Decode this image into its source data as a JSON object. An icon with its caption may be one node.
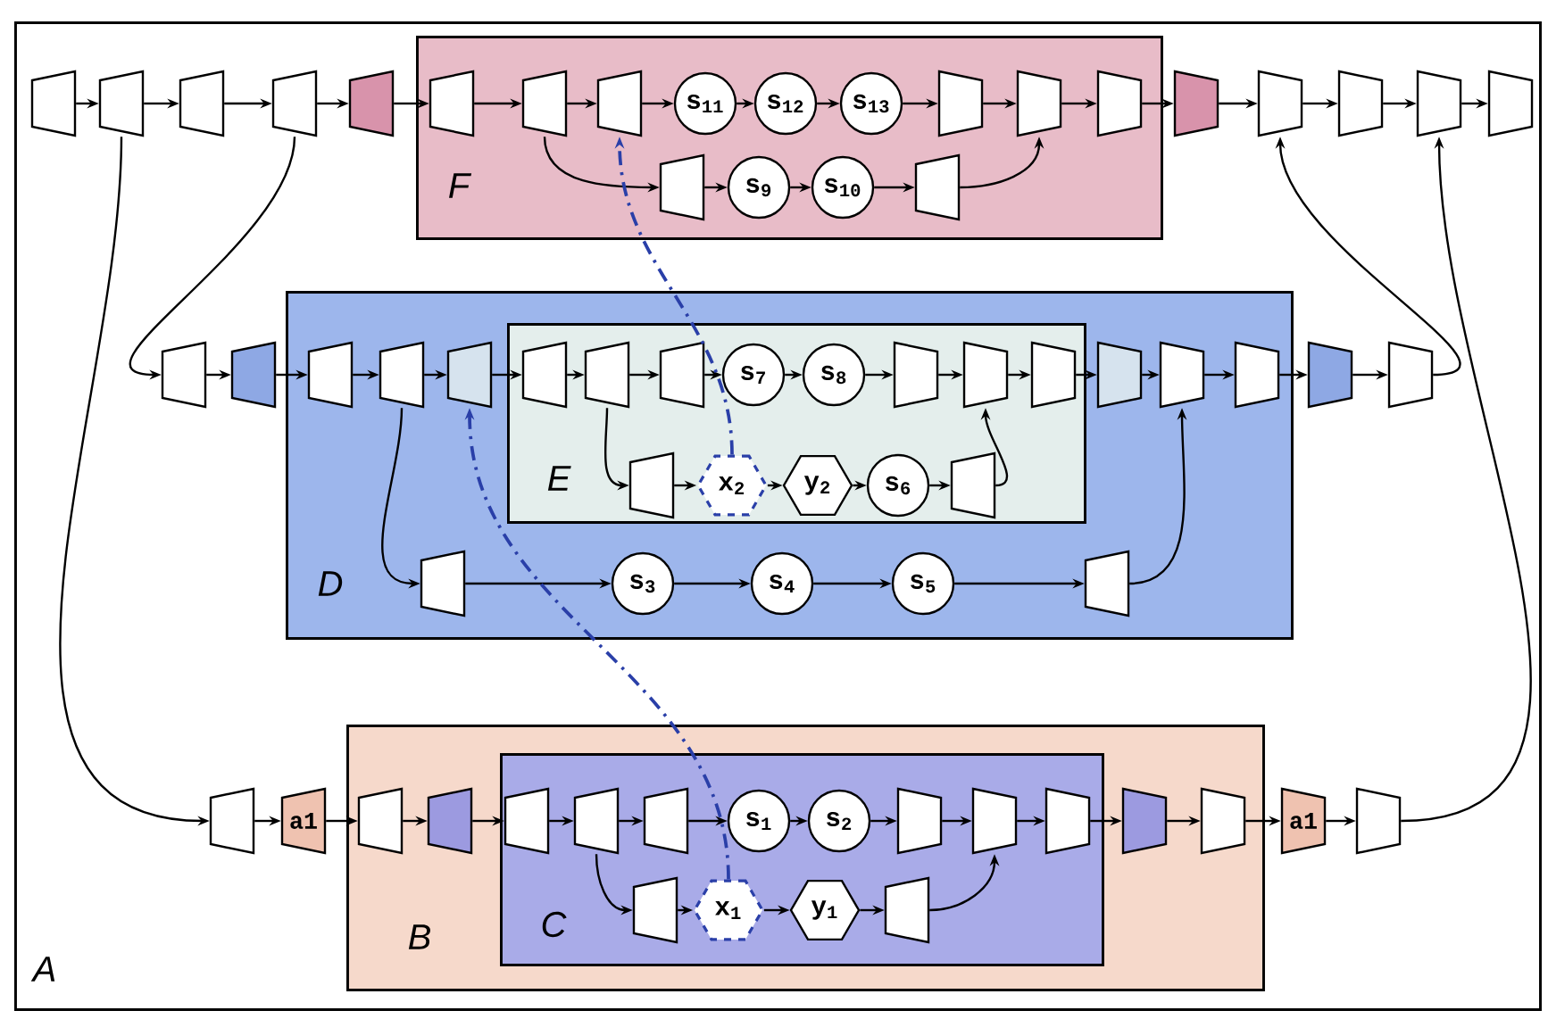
{
  "diagram": {
    "nodes": [
      {
        "text": [
          "A"
        ]
      },
      {
        "text": [],
        "shape": "trapezoid",
        "in": 0
      },
      {
        "text": [],
        "shape": "trapezoid",
        "in": 0
      },
      {
        "text": [],
        "shape": "trapezoid",
        "in": 0
      },
      {
        "text": [],
        "shape": "trapezoid",
        "in": 0
      },
      {
        "text": [],
        "shape": "trapezoid",
        "in": 0
      },
      {
        "text": [
          "F"
        ],
        "in": 0
      },
      {
        "text": [],
        "shape": "trapezoid",
        "in": 6
      },
      {
        "text": [],
        "shape": "trapezoid",
        "in": 6
      },
      {
        "text": [],
        "shape": "trapezoid",
        "in": 6
      },
      {
        "text": [
          "s$_{11}$"
        ],
        "in": 6
      },
      {
        "text": [
          "s$_{12}$"
        ],
        "in": 6
      },
      {
        "text": [
          "s$_{13}$"
        ],
        "in": 6
      },
      {
        "text": [],
        "shape": "trapezoid",
        "in": 6
      },
      {
        "text": [],
        "shape": "trapezoid",
        "in": 6
      },
      {
        "text": [],
        "shape": "trapezoid",
        "in": 6
      },
      {
        "text": [],
        "shape": "trapezoid",
        "in": 6
      },
      {
        "text": [
          "s$_{9}$"
        ],
        "in": 6
      },
      {
        "text": [
          "s$_{10}$"
        ],
        "in": 6
      },
      {
        "text": [],
        "shape": "trapezoid",
        "in": 6
      },
      {
        "text": [],
        "shape": "trapezoid",
        "in": 0
      },
      {
        "text": [],
        "shape": "trapezoid",
        "in": 0
      },
      {
        "text": [],
        "shape": "trapezoid",
        "in": 0
      },
      {
        "text": [],
        "shape": "trapezoid",
        "in": 0
      },
      {
        "text": [],
        "shape": "trapezoid",
        "in": 0
      },
      {
        "text": [],
        "shape": "trapezoid",
        "in": 0
      },
      {
        "text": [],
        "shape": "trapezoid",
        "in": 0
      },
      {
        "text": [
          "D"
        ],
        "in": 0
      },
      {
        "text": [],
        "shape": "trapezoid",
        "in": 27
      },
      {
        "text": [],
        "shape": "trapezoid",
        "in": 27
      },
      {
        "text": [],
        "shape": "trapezoid",
        "in": 27
      },
      {
        "text": [
          "E"
        ],
        "in": 27
      },
      {
        "text": [],
        "shape": "trapezoid",
        "in": 31
      },
      {
        "text": [],
        "shape": "trapezoid",
        "in": 31
      },
      {
        "text": [],
        "shape": "trapezoid",
        "in": 31
      },
      {
        "text": [
          "s$_{7}$"
        ],
        "in": 31
      },
      {
        "text": [
          "s$_{8}$"
        ],
        "in": 31
      },
      {
        "text": [],
        "shape": "trapezoid",
        "in": 31
      },
      {
        "text": [],
        "shape": "trapezoid",
        "in": 31
      },
      {
        "text": [],
        "shape": "trapezoid",
        "in": 31
      },
      {
        "text": [],
        "shape": "trapezoid",
        "in": 31
      },
      {
        "text": [
          "x$_{2}$"
        ],
        "in": 31
      },
      {
        "text": [
          "y$_{2}$"
        ],
        "in": 31
      },
      {
        "text": [
          "s$_{6}$"
        ],
        "in": 31
      },
      {
        "text": [],
        "shape": "trapezoid",
        "in": 31
      },
      {
        "text": [],
        "shape": "trapezoid",
        "in": 27
      },
      {
        "text": [],
        "shape": "trapezoid",
        "in": 27
      },
      {
        "text": [],
        "shape": "trapezoid",
        "in": 27
      },
      {
        "text": [],
        "shape": "trapezoid",
        "in": 0
      },
      {
        "text": [],
        "shape": "trapezoid",
        "in": 0
      },
      {
        "text": [],
        "shape": "trapezoid",
        "in": 27
      },
      {
        "text": [
          "s$_{3}$"
        ],
        "in": 27
      },
      {
        "text": [
          "s$_{4}$"
        ],
        "in": 27
      },
      {
        "text": [
          "s$_{5}$"
        ],
        "in": 27
      },
      {
        "text": [],
        "shape": "trapezoid",
        "in": 27
      },
      {
        "text": [],
        "shape": "trapezoid",
        "in": 0
      },
      {
        "text": [
          "a1"
        ],
        "in": 0
      },
      {
        "text": [
          "B"
        ],
        "in": 0
      },
      {
        "text": [],
        "shape": "trapezoid",
        "in": 57
      },
      {
        "text": [],
        "shape": "trapezoid",
        "in": 57
      },
      {
        "text": [
          "C"
        ],
        "in": 57
      },
      {
        "text": [],
        "shape": "trapezoid",
        "in": 60
      },
      {
        "text": [],
        "shape": "trapezoid",
        "in": 60
      },
      {
        "text": [],
        "shape": "trapezoid",
        "in": 60
      },
      {
        "text": [
          "s$_{1}$"
        ],
        "in": 60
      },
      {
        "text": [
          "s$_{2}$"
        ],
        "in": 60
      },
      {
        "text": [],
        "shape": "trapezoid",
        "in": 60
      },
      {
        "text": [],
        "shape": "trapezoid",
        "in": 60
      },
      {
        "text": [],
        "shape": "trapezoid",
        "in": 60
      },
      {
        "text": [],
        "shape": "trapezoid",
        "in": 60
      },
      {
        "text": [
          "x$_{1}$"
        ],
        "in": 60
      },
      {
        "text": [
          "y$_{1}$"
        ],
        "in": 60
      },
      {
        "text": [],
        "shape": "trapezoid",
        "in": 60
      },
      {
        "text": [],
        "shape": "trapezoid",
        "in": 57
      },
      {
        "text": [],
        "shape": "trapezoid",
        "in": 57
      },
      {
        "text": [
          "a1"
        ],
        "in": 0
      },
      {
        "text": [],
        "shape": "trapezoid",
        "in": 0
      }
    ],
    "edges": [
      {
        "from": 1,
        "to": 2,
        "arrow": "to"
      },
      {
        "from": 2,
        "to": 3,
        "arrow": "to"
      },
      {
        "from": 3,
        "to": 4,
        "arrow": "to"
      },
      {
        "from": 4,
        "to": 5,
        "arrow": "to"
      },
      {
        "from": 5,
        "to": 7,
        "arrow": "to"
      },
      {
        "from": 7,
        "to": 8,
        "arrow": "to"
      },
      {
        "from": 8,
        "to": 9,
        "arrow": "to"
      },
      {
        "from": 9,
        "to": 10,
        "arrow": "to"
      },
      {
        "from": 10,
        "to": 11,
        "arrow": "to"
      },
      {
        "from": 11,
        "to": 12,
        "arrow": "to"
      },
      {
        "from": 12,
        "to": 13,
        "arrow": "to"
      },
      {
        "from": 13,
        "to": 14,
        "arrow": "to"
      },
      {
        "from": 14,
        "to": 15,
        "arrow": "to"
      },
      {
        "from": 15,
        "to": 20,
        "arrow": "to"
      },
      {
        "from": 20,
        "to": 21,
        "arrow": "to"
      },
      {
        "from": 21,
        "to": 22,
        "arrow": "to"
      },
      {
        "from": 22,
        "to": 23,
        "arrow": "to"
      },
      {
        "from": 23,
        "to": 24,
        "arrow": "to"
      },
      {
        "from": 8,
        "to": 16,
        "arrow": "to"
      },
      {
        "from": 16,
        "to": 17,
        "arrow": "to"
      },
      {
        "from": 17,
        "to": 18,
        "arrow": "to"
      },
      {
        "from": 18,
        "to": 19,
        "arrow": "to"
      },
      {
        "from": 19,
        "to": 14,
        "arrow": "to"
      },
      {
        "from": 2,
        "to": 55,
        "arrow": "to"
      },
      {
        "from": 4,
        "to": 25,
        "arrow": "to"
      },
      {
        "from": 49,
        "to": 21,
        "arrow": "to"
      },
      {
        "from": 76,
        "to": 23,
        "arrow": "to"
      },
      {
        "from": 25,
        "to": 26,
        "arrow": "to"
      },
      {
        "from": 26,
        "to": 28,
        "arrow": "to"
      },
      {
        "from": 28,
        "to": 29,
        "arrow": "to"
      },
      {
        "from": 29,
        "to": 30,
        "arrow": "to"
      },
      {
        "from": 30,
        "to": 32,
        "arrow": "to"
      },
      {
        "from": 32,
        "to": 33,
        "arrow": "to"
      },
      {
        "from": 33,
        "to": 34,
        "arrow": "to"
      },
      {
        "from": 34,
        "to": 35,
        "arrow": "to"
      },
      {
        "from": 35,
        "to": 36,
        "arrow": "to"
      },
      {
        "from": 36,
        "to": 37,
        "arrow": "to"
      },
      {
        "from": 37,
        "to": 38,
        "arrow": "to"
      },
      {
        "from": 38,
        "to": 39,
        "arrow": "to"
      },
      {
        "from": 39,
        "to": 45,
        "arrow": "to"
      },
      {
        "from": 45,
        "to": 46,
        "arrow": "to"
      },
      {
        "from": 46,
        "to": 47,
        "arrow": "to"
      },
      {
        "from": 47,
        "to": 48,
        "arrow": "to"
      },
      {
        "from": 48,
        "to": 49,
        "arrow": "to"
      },
      {
        "from": 33,
        "to": 40,
        "arrow": "to"
      },
      {
        "from": 40,
        "to": 41,
        "arrow": "to"
      },
      {
        "from": 41,
        "to": 42,
        "arrow": "to"
      },
      {
        "from": 42,
        "to": 43,
        "arrow": "to"
      },
      {
        "from": 43,
        "to": 44,
        "arrow": "to"
      },
      {
        "from": 44,
        "to": 38,
        "arrow": "to"
      },
      {
        "from": 29,
        "to": 50,
        "arrow": "to"
      },
      {
        "from": 50,
        "to": 51,
        "arrow": "to"
      },
      {
        "from": 51,
        "to": 52,
        "arrow": "to"
      },
      {
        "from": 52,
        "to": 53,
        "arrow": "to"
      },
      {
        "from": 53,
        "to": 54,
        "arrow": "to"
      },
      {
        "from": 54,
        "to": 46,
        "arrow": "to"
      },
      {
        "from": 55,
        "to": 56,
        "arrow": "to"
      },
      {
        "from": 56,
        "to": 58,
        "arrow": "to"
      },
      {
        "from": 58,
        "to": 59,
        "arrow": "to"
      },
      {
        "from": 59,
        "to": 61,
        "arrow": "to"
      },
      {
        "from": 61,
        "to": 62,
        "arrow": "to"
      },
      {
        "from": 62,
        "to": 63,
        "arrow": "to"
      },
      {
        "from": 63,
        "to": 64,
        "arrow": "to"
      },
      {
        "from": 64,
        "to": 65,
        "arrow": "to"
      },
      {
        "from": 65,
        "to": 66,
        "arrow": "to"
      },
      {
        "from": 66,
        "to": 67,
        "arrow": "to"
      },
      {
        "from": 67,
        "to": 68,
        "arrow": "to"
      },
      {
        "from": 68,
        "to": 73,
        "arrow": "to"
      },
      {
        "from": 73,
        "to": 74,
        "arrow": "to"
      },
      {
        "from": 74,
        "to": 75,
        "arrow": "to"
      },
      {
        "from": 75,
        "to": 76,
        "arrow": "to"
      },
      {
        "from": 62,
        "to": 69,
        "arrow": "to"
      },
      {
        "from": 69,
        "to": 70,
        "arrow": "to"
      },
      {
        "from": 70,
        "to": 71,
        "arrow": "to"
      },
      {
        "from": 71,
        "to": 72,
        "arrow": "to"
      },
      {
        "from": 72,
        "to": 67,
        "arrow": "to"
      },
      {
        "from": 70,
        "to": 30,
        "arrow": "to",
        "style": "dashed",
        "color": "#2a3fa8"
      },
      {
        "from": 41,
        "to": 9,
        "arrow": "to",
        "style": "dashed",
        "color": "#2a3fa8"
      }
    ]
  }
}
